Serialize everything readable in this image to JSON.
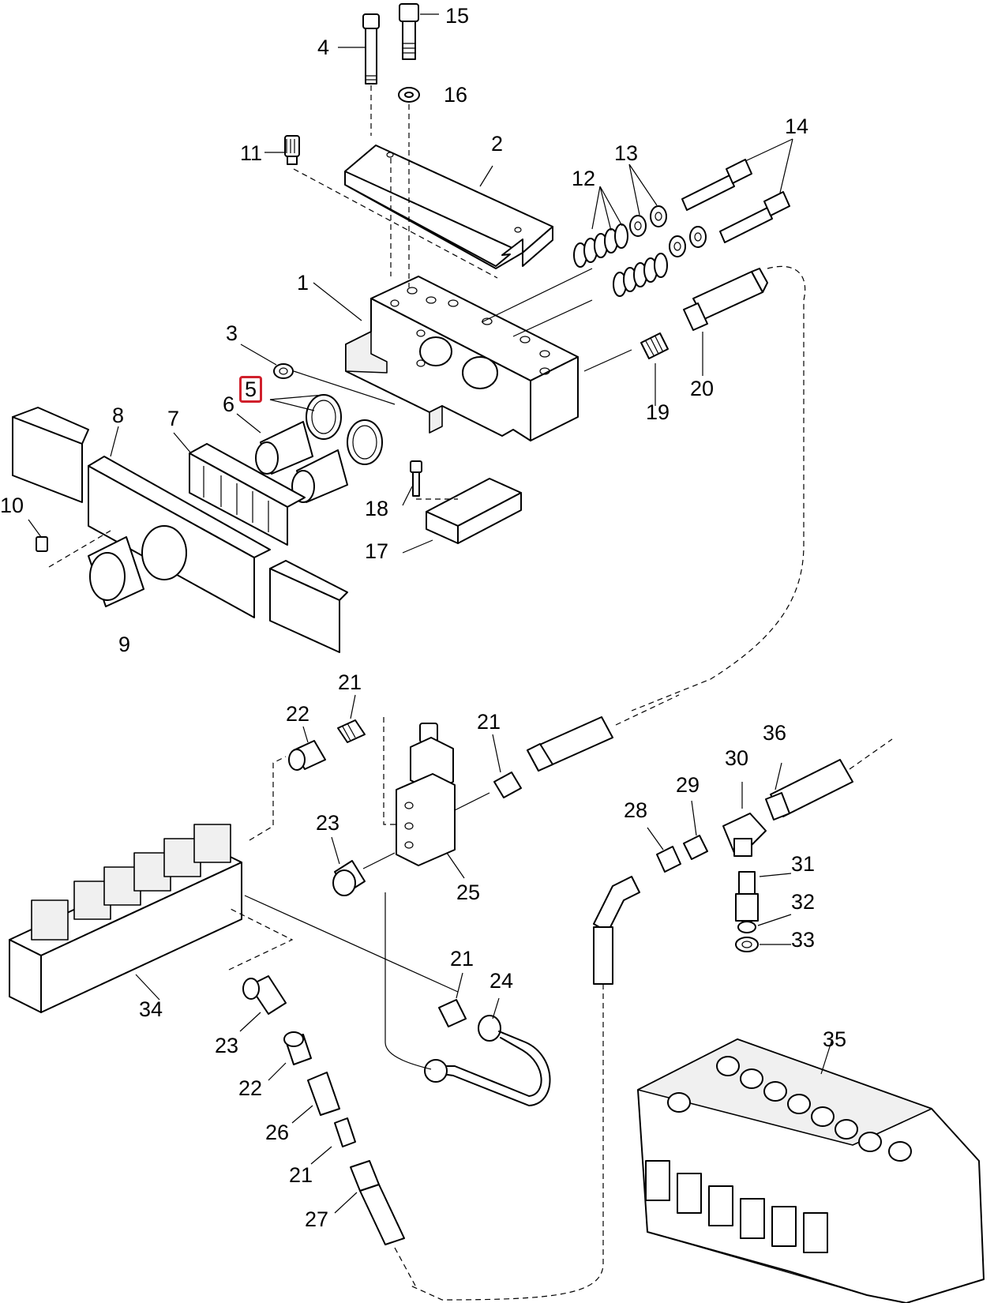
{
  "labels": {
    "p1": "1",
    "p2": "2",
    "p3": "3",
    "p4": "4",
    "p5": "5",
    "p6": "6",
    "p7": "7",
    "p8": "8",
    "p9": "9",
    "p10": "10",
    "p11": "11",
    "p12": "12",
    "p13": "13",
    "p14": "14",
    "p15": "15",
    "p16": "16",
    "p17": "17",
    "p18": "18",
    "p19": "19",
    "p20": "20",
    "p21": "21",
    "p22": "22",
    "p23": "23",
    "p24": "24",
    "p25": "25",
    "p26": "26",
    "p27": "27",
    "p28": "28",
    "p29": "29",
    "p30": "30",
    "p31": "31",
    "p32": "32",
    "p33": "33",
    "p34": "34",
    "p35": "35",
    "p36": "36"
  },
  "highlight": {
    "part": "5",
    "color": "#d0202c"
  }
}
